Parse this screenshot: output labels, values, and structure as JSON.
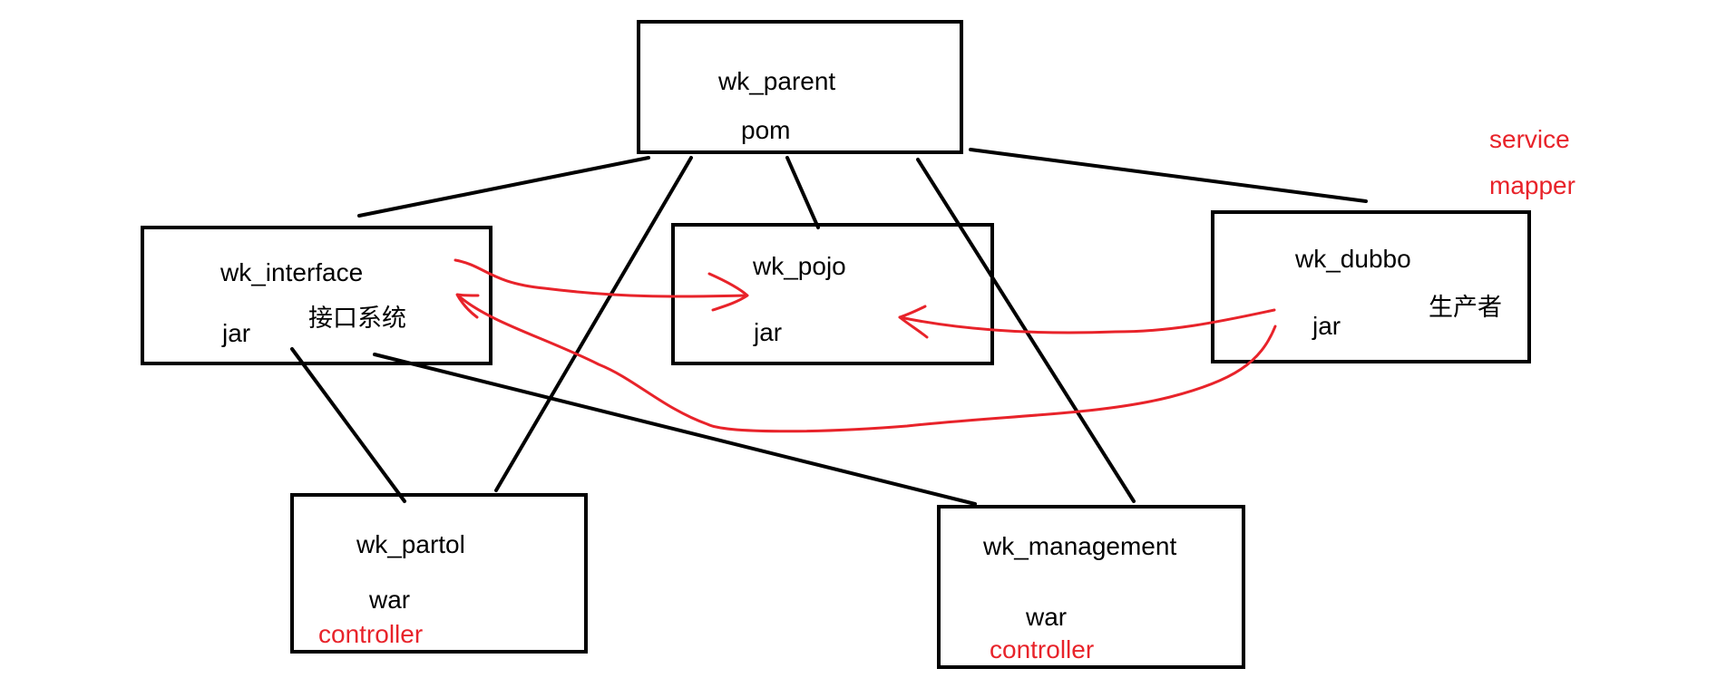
{
  "modules": {
    "parent": {
      "name": "wk_parent",
      "packaging": "pom"
    },
    "interface": {
      "name": "wk_interface",
      "packaging": "jar",
      "note": "接口系统"
    },
    "pojo": {
      "name": "wk_pojo",
      "packaging": "jar"
    },
    "dubbo": {
      "name": "wk_dubbo",
      "packaging": "jar",
      "note": "生产者"
    },
    "partol": {
      "name": "wk_partol",
      "packaging": "war",
      "layer": "controller"
    },
    "management": {
      "name": "wk_management",
      "packaging": "war",
      "layer": "controller"
    }
  },
  "dubbo_layers": [
    "service",
    "mapper"
  ],
  "colors": {
    "stroke": "#000000",
    "annotation": "#e8232a",
    "background": "#ffffff"
  }
}
